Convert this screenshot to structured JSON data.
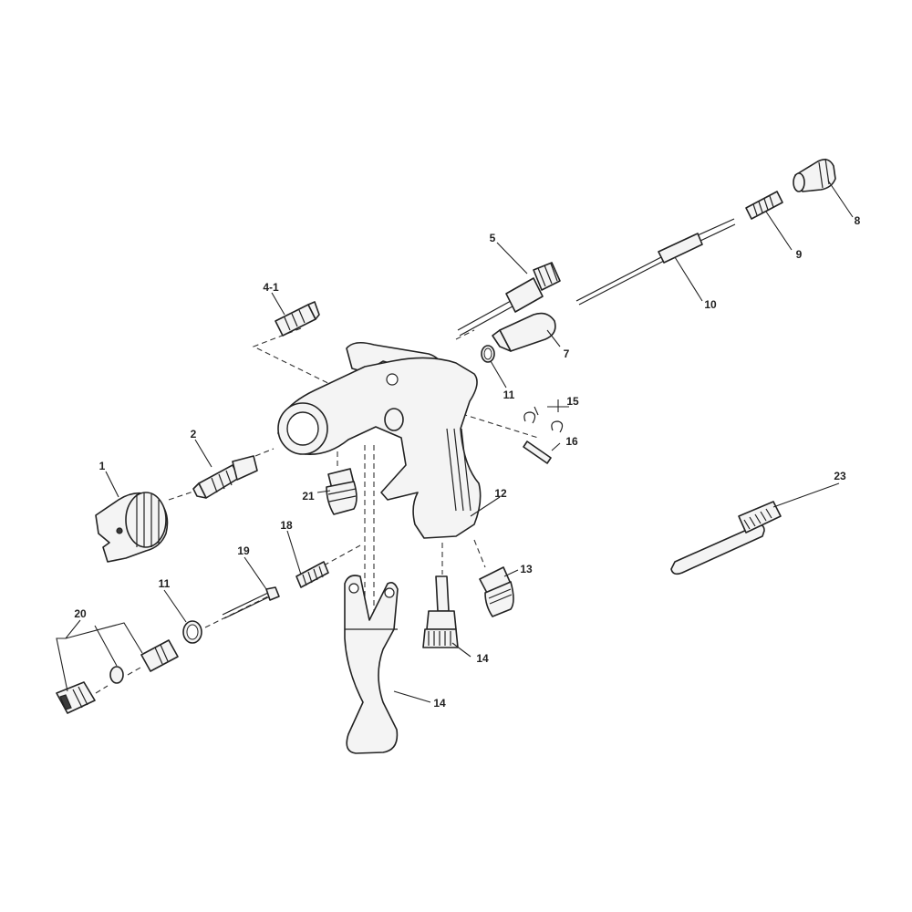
{
  "diagram": {
    "parts": [
      {
        "id": "p1",
        "label": "1"
      },
      {
        "id": "p2",
        "label": "2"
      },
      {
        "id": "p4_1",
        "label": "4-1"
      },
      {
        "id": "p5",
        "label": "5"
      },
      {
        "id": "p7",
        "label": "7"
      },
      {
        "id": "p8",
        "label": "8"
      },
      {
        "id": "p9",
        "label": "9"
      },
      {
        "id": "p10",
        "label": "10"
      },
      {
        "id": "p11a",
        "label": "11"
      },
      {
        "id": "p11b",
        "label": "11"
      },
      {
        "id": "p12",
        "label": "12"
      },
      {
        "id": "p13",
        "label": "13"
      },
      {
        "id": "p14a",
        "label": "14"
      },
      {
        "id": "p14b",
        "label": "14"
      },
      {
        "id": "p15",
        "label": "15"
      },
      {
        "id": "p16",
        "label": "16"
      },
      {
        "id": "p18",
        "label": "18"
      },
      {
        "id": "p19",
        "label": "19"
      },
      {
        "id": "p20",
        "label": "20"
      },
      {
        "id": "p21",
        "label": "21"
      },
      {
        "id": "p23",
        "label": "23"
      }
    ]
  }
}
